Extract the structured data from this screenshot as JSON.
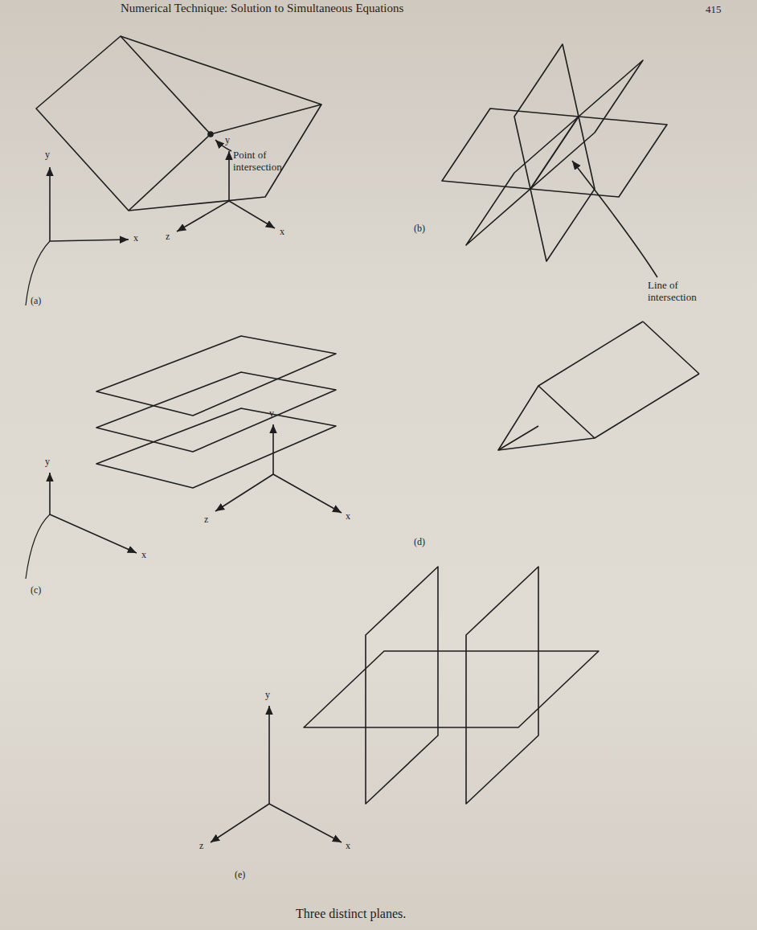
{
  "diagram": {
    "caption": "Three distinct planes.",
    "labels": [
      "Numerical Technique: Solution to Simultaneous Equations",
      "415",
      "Point of intersection",
      "y",
      "x",
      "(a)",
      "y",
      "z",
      "x",
      "(b)",
      "Line of intersection",
      "y",
      "x",
      "(c)",
      "y",
      "z",
      "x",
      "(d)",
      "y",
      "z",
      "x",
      "(e)"
    ]
  }
}
